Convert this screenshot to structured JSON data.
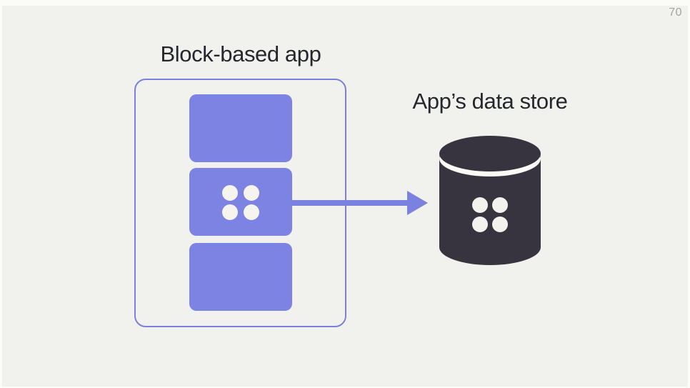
{
  "slide": {
    "page_number": "70"
  },
  "block_app": {
    "title": "Block-based app",
    "block_count": 3,
    "middle_block_has_dots": true,
    "dot_grid": "2x2"
  },
  "data_store": {
    "title": "App’s data store",
    "icon": "database-cylinder-icon",
    "dot_grid": "2x2"
  },
  "arrow": {
    "direction": "right",
    "from": "middle-app-block",
    "to": "data-store-cylinder"
  },
  "colors": {
    "frame_white": "#fbfcf7",
    "background": "#f1f2ed",
    "accent_purple": "#7d83e3",
    "outline_purple": "#7a80dc",
    "arrow_purple": "#7b81de",
    "cylinder_dark": "#38343f",
    "dot_white": "#f5f4ef",
    "title_text": "#26272e",
    "page_number_gray": "#a2a49f"
  }
}
